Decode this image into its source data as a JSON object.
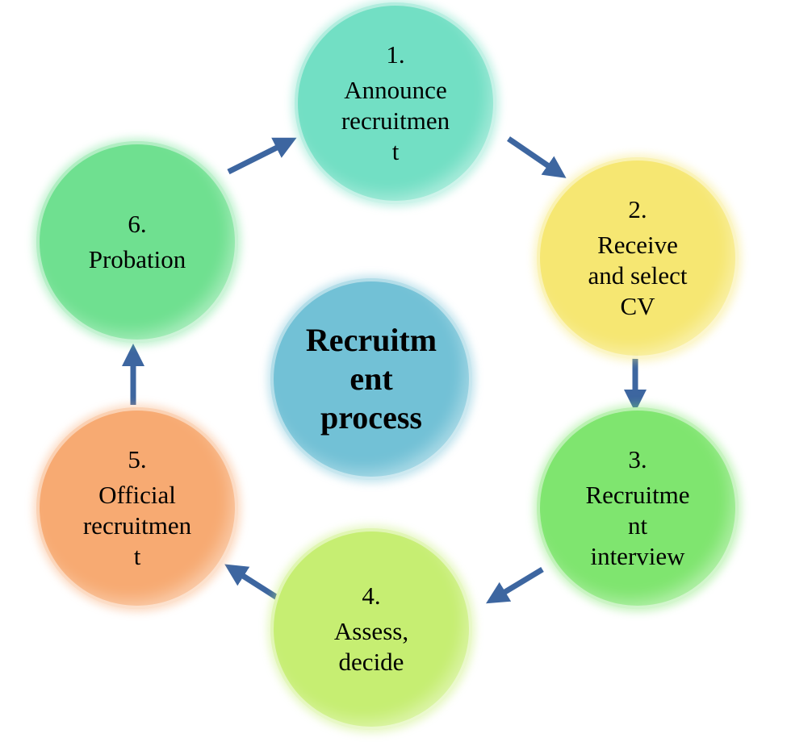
{
  "center": {
    "label": "Recruitm ent process",
    "lines": [
      "Recruitm",
      "ent",
      "process"
    ],
    "color": "#72c1d6"
  },
  "steps": [
    {
      "num": "1.",
      "lines": [
        "Announce",
        "recruitmen",
        "t"
      ],
      "color": "#72dfc4"
    },
    {
      "num": "2.",
      "lines": [
        "Receive",
        "and select",
        "CV"
      ],
      "color": "#f6e772"
    },
    {
      "num": "3.",
      "lines": [
        "Recruitme",
        "nt",
        "interview"
      ],
      "color": "#7fe56f"
    },
    {
      "num": "4.",
      "lines": [
        "Assess,",
        "decide"
      ],
      "color": "#c6ee72"
    },
    {
      "num": "5.",
      "lines": [
        "Official",
        "recruitmen",
        "t"
      ],
      "color": "#f7aa72"
    },
    {
      "num": "6.",
      "lines": [
        "Probation"
      ],
      "color": "#6fe090"
    }
  ],
  "arrow_color": "#3d66a0"
}
